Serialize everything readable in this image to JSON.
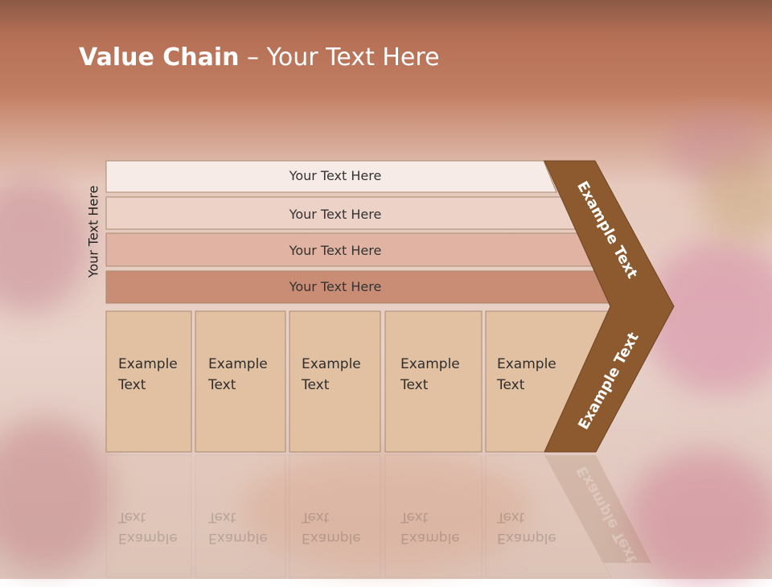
{
  "slide": {
    "title_bold": "Value Chain",
    "title_rest": " – Your Text Here",
    "side_label": "Your Text Here"
  },
  "bands": [
    {
      "label": "Your Text Here",
      "fill": "#f6ebe6"
    },
    {
      "label": "Your Text Here",
      "fill": "#ecd2c7"
    },
    {
      "label": "Your Text Here",
      "fill": "#e0b3a2"
    },
    {
      "label": "Your Text Here",
      "fill": "#c98c74"
    }
  ],
  "cells": [
    {
      "line1": "Example",
      "line2": "Text"
    },
    {
      "line1": "Example",
      "line2": "Text"
    },
    {
      "line1": "Example",
      "line2": "Text"
    },
    {
      "line1": "Example",
      "line2": "Text"
    },
    {
      "line1": "Example",
      "line2": "Text"
    }
  ],
  "chevron": {
    "upper_label": "Example Text",
    "lower_label": "Example Text",
    "fill": "#8c5a2e"
  },
  "colors": {
    "cell_fill": "#e2c1a3",
    "cell_stroke": "#a98a72"
  }
}
